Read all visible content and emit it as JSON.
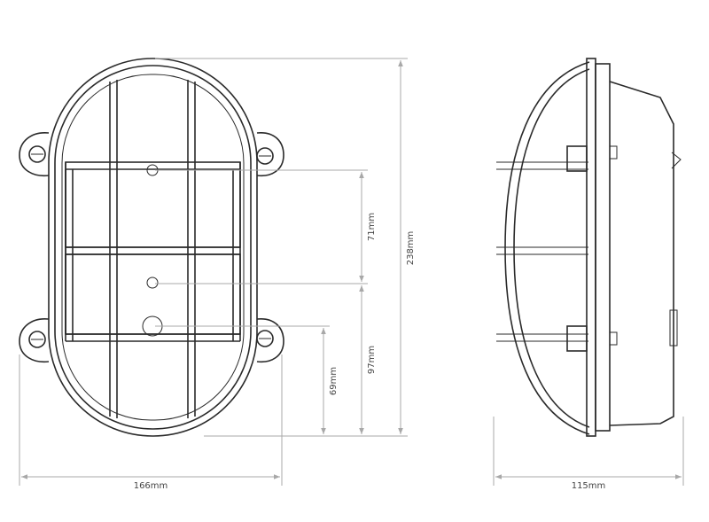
{
  "dimensions": {
    "height_total": "238mm",
    "width_front": "166mm",
    "depth_side": "115mm",
    "hole_spacing_upper": "71mm",
    "hole_to_bottom": "97mm",
    "cable_entry_to_bottom": "69mm"
  },
  "colors": {
    "outline": "#2a2a2a",
    "dimension": "#a8a8a8"
  }
}
